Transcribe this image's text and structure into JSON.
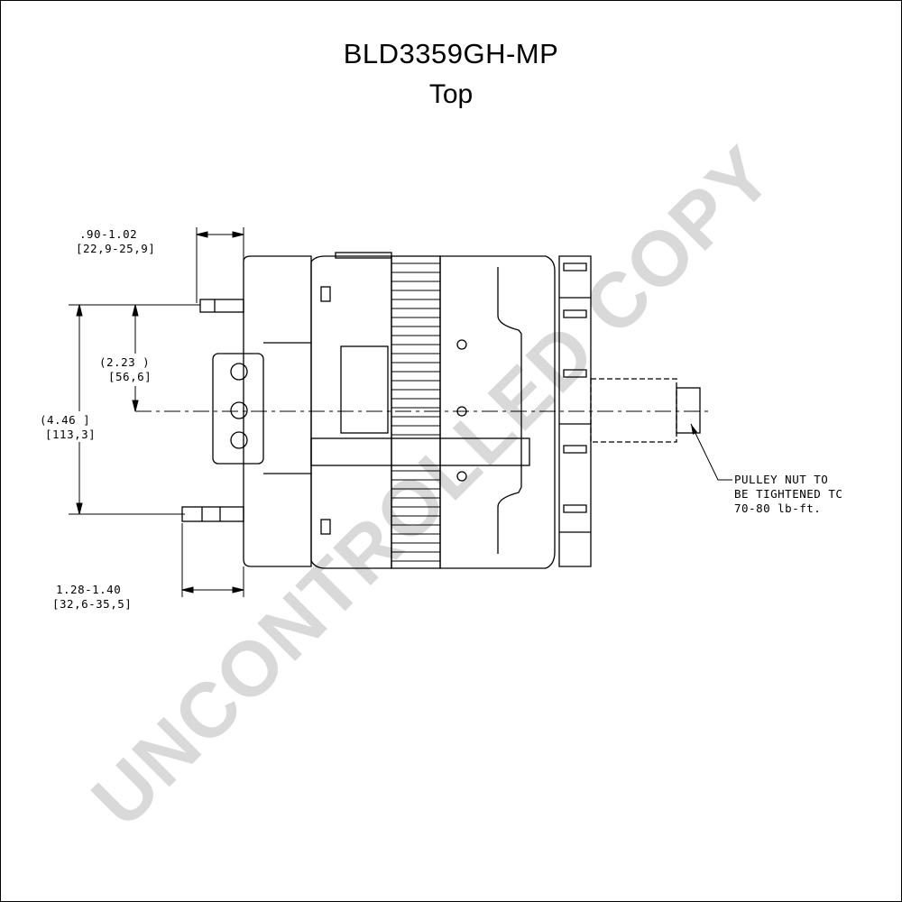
{
  "title": "BLD3359GH-MP",
  "subtitle": "Top",
  "watermark": "UNCONTROLLED COPY",
  "dimensions": {
    "top_terminal": {
      "inch": ".90-1.02",
      "mm": "[22,9-25,9]"
    },
    "half_height": {
      "inch": "(2.23  )",
      "mm": "[56,6]"
    },
    "full_height": {
      "inch": "(4.46  ]",
      "mm": "[113,3]"
    },
    "bottom_terminal": {
      "inch": "1.28-1.40",
      "mm": "[32,6-35,5]"
    }
  },
  "notes": {
    "pulley_line1": "PULLEY NUT TO",
    "pulley_line2": "BE TIGHTENED TC",
    "pulley_line3": "70-80 lb-ft."
  },
  "colors": {
    "line": "#000000",
    "watermark": "#d9d9d9",
    "background": "#ffffff"
  }
}
